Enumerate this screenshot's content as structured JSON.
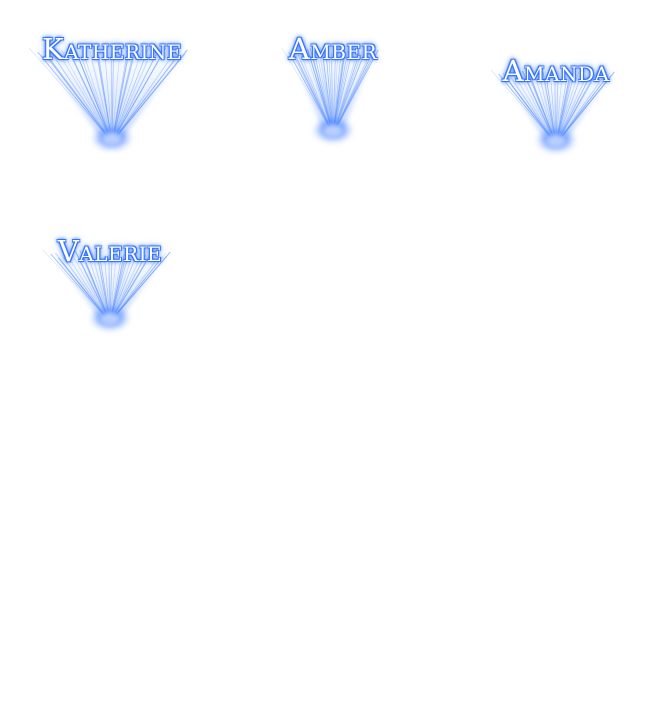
{
  "names": [
    {
      "id": "katherine",
      "label": "Katherine"
    },
    {
      "id": "amber",
      "label": "Amber"
    },
    {
      "id": "amanda",
      "label": "Amanda"
    },
    {
      "id": "valerie",
      "label": "Valerie"
    }
  ],
  "colors": {
    "glow": "#4b86ff",
    "glow_core": "#3f7dff",
    "text": "#ffffff",
    "outline": "#3c72f5"
  }
}
